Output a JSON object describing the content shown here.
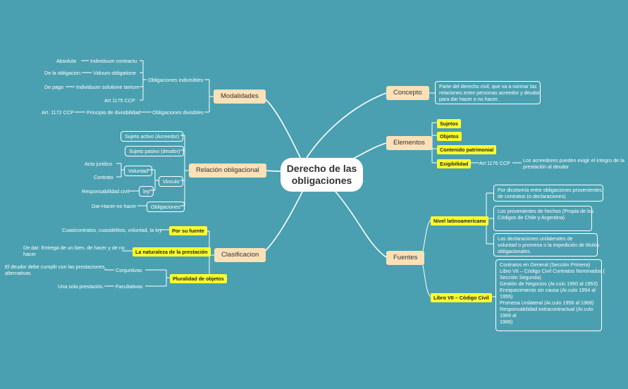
{
  "central": {
    "line1": "Derecho de las",
    "line2": "obligaciones"
  },
  "concepto": {
    "label": "Concepto",
    "text1": "Parte del derecho civil, que va a normar las",
    "text2": "relaciones entre personas acreedor y deudor,",
    "text3": "para dar hacer o no hacer."
  },
  "elementos": {
    "label": "Elementos",
    "items": [
      "Sujetos",
      "Objetos",
      "Contenido patrimonial",
      "Exigibilidad"
    ],
    "art": "Art 1176 CCP",
    "note1": "Los acreedores pueden exigir el integro de la",
    "note2": "prestación al deudor"
  },
  "fuentes": {
    "label": "Fuentes",
    "nivel": "Nivel latinoamericano",
    "nivel_items": [
      [
        "Por dicotomía entre obligaciones provenientes",
        "de contratos (o declaraciones)"
      ],
      [
        "Los provenientes de hechos (Propia de los",
        "Códigos de Chile y Argentina)"
      ],
      [
        "Las declaraciones unilaterales de",
        "voluntad o promesa o la expedición de títulos",
        "obligacionales."
      ]
    ],
    "libro": "Libro VII – Código Civil",
    "libro_lines": [
      "Contratos en General (Sección Primera)",
      "Libro VII – Código Civil Contratos Nominados (",
      "Sección Segunda)",
      "Gestión de Negocios (Ar.culo 1950 al 1953)",
      "Enriquecimiento sin causa (Ar.culo 1954 al",
      "1955)",
      "Promesa Unilateral (Ar.culo 1956 al 1968)",
      "Responsabilidad extracontractual (Ar.culo",
      "1969 al",
      "1988)"
    ]
  },
  "modalidades": {
    "label": "Modalidades",
    "indivisibles": "Obligaciones indivisibles",
    "divisibles": "Obligaciones divisibles",
    "absoluta": "Absoluta",
    "individuum_contractu": "Individuum contractu",
    "de_la_obligacion": "De la obligacion",
    "viduum_obligatione": "Viduum obligatione",
    "de_pago": "De pago",
    "individuum_solutione": "Individuum solutione tantum",
    "art1175": "Art 1175 CCP",
    "art1172": "Art. 1172 CCP",
    "principio": "Principio de divisibilidad"
  },
  "relacion": {
    "label": "Relación obligacional",
    "sujeto_activo": "Sujeto activo (Acreedor)",
    "sujeto_pasivo": "Sujeto pasivo (deudor)",
    "vinculo": "Vinculo",
    "voluntad": "Voluntad",
    "acto_juridico": "Acto juridico",
    "contrato": "Contrato",
    "ley": "ley",
    "responsabilidad": "Responsabilidad civil",
    "obligaciones": "Obligaciones",
    "dar_hacer": "Dar-Hacer-no hacer"
  },
  "clasificacion": {
    "label": "Clasificacion",
    "por_su_fuente": "Por su fuente",
    "fuente_text": "Cuasicontratos, cuasidelitos, voluntad, la ley",
    "naturaleza": "La naturaleza de la prestación",
    "naturaleza_text1": "De dar: Entrega de un bien, de hacer y de no",
    "naturaleza_text2": "hacer",
    "pluralidad": "Pluralidad de objetos",
    "conjuntivas": "Conjuntivas",
    "conjuntivas_text1": "El deudor debe cumplir con las prestaciones,",
    "conjuntivas_text2": "alternativas",
    "facultativas": "Facultativas",
    "facultativas_text": "Una sola prestación."
  }
}
